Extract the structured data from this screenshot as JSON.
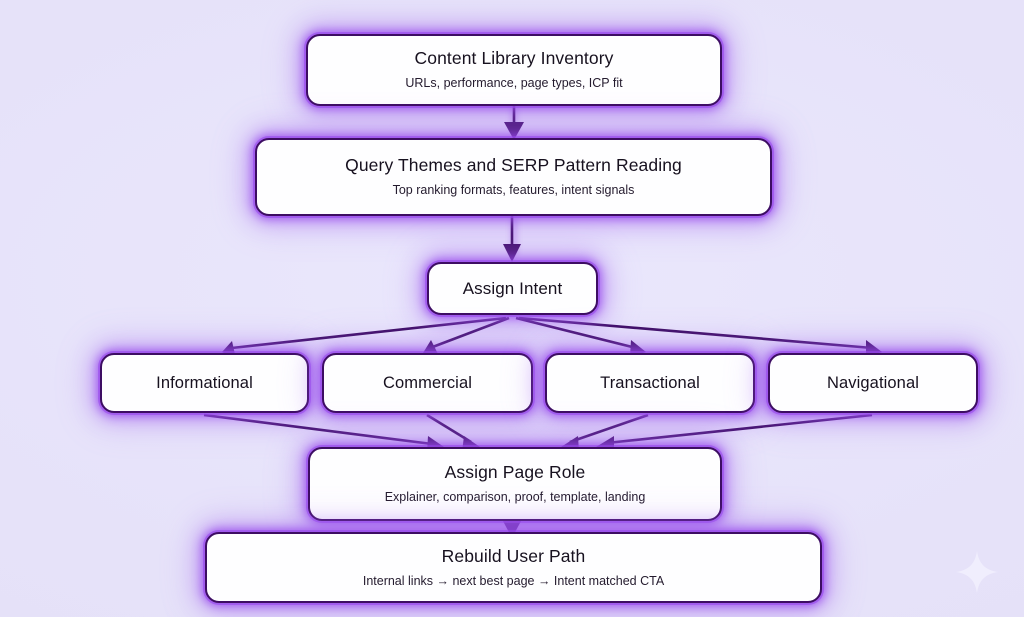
{
  "diagram": {
    "background_color": "#e7e3fa",
    "node_border_color": "#3d0d63",
    "node_glow_color": "#9646eb",
    "node_fill_color": "#fefeff",
    "arrow_color": "#3d0d63",
    "nodes": [
      {
        "id": "inventory",
        "title": "Content Library Inventory",
        "subtitle": "URLs, performance, page types, ICP fit"
      },
      {
        "id": "query",
        "title": "Query Themes and SERP Pattern Reading",
        "subtitle": "Top ranking formats, features, intent signals"
      },
      {
        "id": "intent",
        "title": "Assign Intent",
        "subtitle": ""
      },
      {
        "id": "informational",
        "title": "Informational",
        "subtitle": ""
      },
      {
        "id": "commercial",
        "title": "Commercial",
        "subtitle": ""
      },
      {
        "id": "transactional",
        "title": "Transactional",
        "subtitle": ""
      },
      {
        "id": "navigational",
        "title": "Navigational",
        "subtitle": ""
      },
      {
        "id": "pagerole",
        "title": "Assign Page Role",
        "subtitle": "Explainer, comparison, proof, template, landing"
      },
      {
        "id": "userpath",
        "title": "Rebuild User Path",
        "subtitle": "Internal links → next best page → Intent matched CTA"
      }
    ],
    "decoration": {
      "sparkle_icon": "sparkle-four-point-star"
    }
  }
}
